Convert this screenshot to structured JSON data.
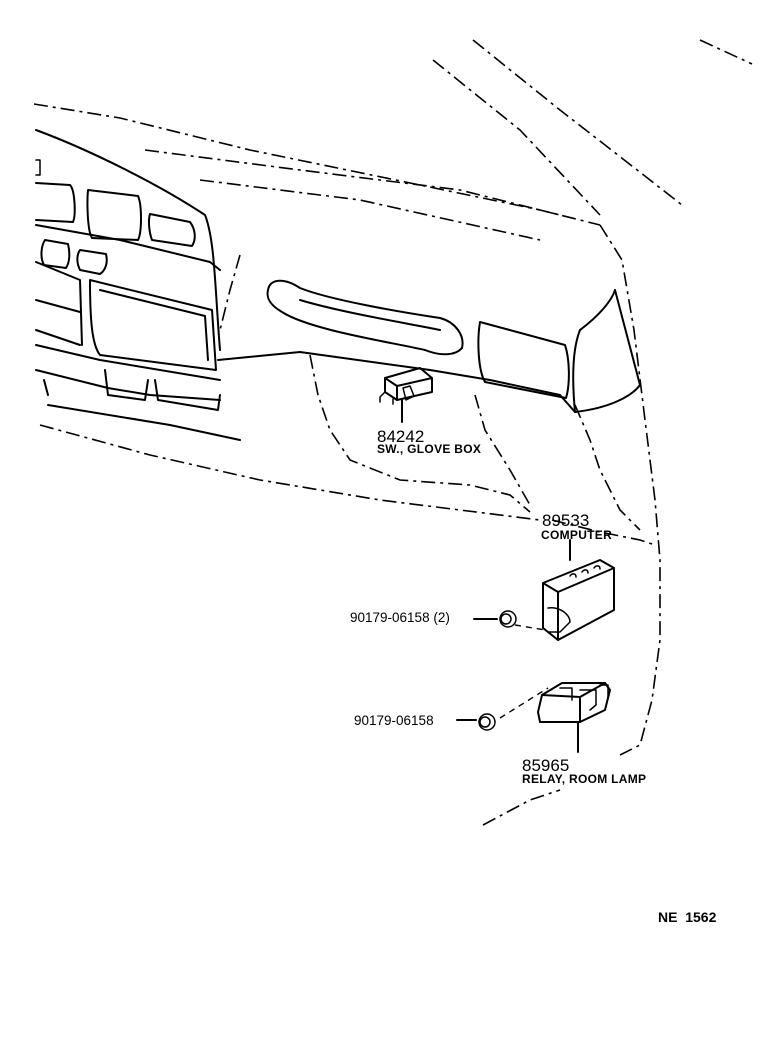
{
  "parts": [
    {
      "number": "84242",
      "name": "SW., GLOVE BOX"
    },
    {
      "number": "89533",
      "name": "COMPUTER"
    },
    {
      "number": "85965",
      "name": "RELAY, ROOM LAMP"
    }
  ],
  "fasteners": [
    {
      "label": "90179-06158 (2)"
    },
    {
      "label": "90179-06158"
    }
  ],
  "illustration_code": "NE  1562"
}
